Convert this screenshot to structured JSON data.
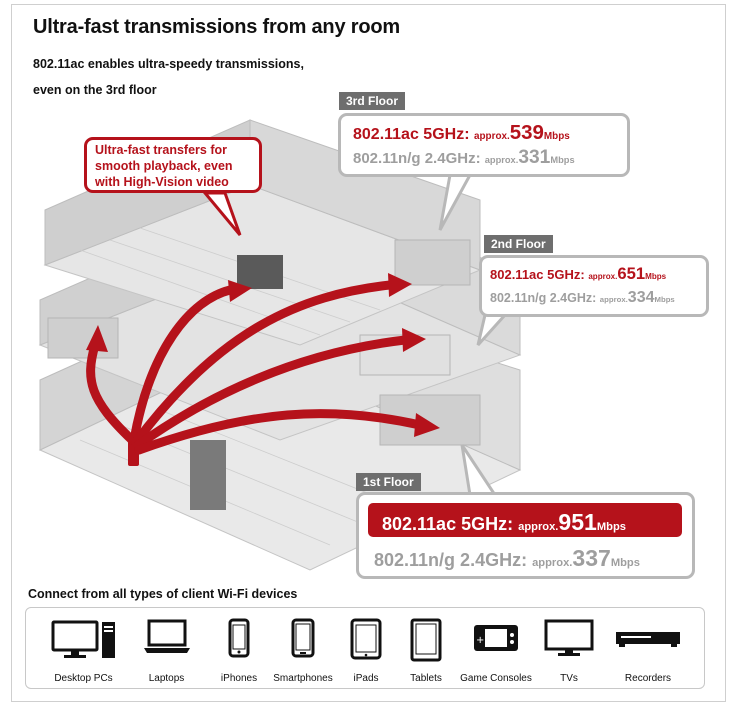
{
  "title": "Ultra-fast transmissions from any room",
  "subtitle_line1": "802.11ac enables ultra-speedy transmissions,",
  "subtitle_line2": "even on the 3rd floor",
  "red_callout": {
    "line1": "Ultra-fast transfers for",
    "line2": "smooth playback, even",
    "line3": "with High-Vision video"
  },
  "floors": [
    {
      "tag": "3rd Floor",
      "ac_label": "802.11ac 5GHz:",
      "ac_approx": "approx.",
      "ac_value": "539",
      "ac_unit": "Mbps",
      "ng_label": "802.11n/g 2.4GHz:",
      "ng_approx": "approx.",
      "ng_value": "331",
      "ng_unit": "Mbps"
    },
    {
      "tag": "2nd Floor",
      "ac_label": "802.11ac 5GHz:",
      "ac_approx": "approx.",
      "ac_value": "651",
      "ac_unit": "Mbps",
      "ng_label": "802.11n/g 2.4GHz:",
      "ng_approx": "approx.",
      "ng_value": "334",
      "ng_unit": "Mbps"
    },
    {
      "tag": "1st Floor",
      "ac_label": "802.11ac 5GHz:",
      "ac_approx": "approx.",
      "ac_value": "951",
      "ac_unit": "Mbps",
      "ng_label": "802.11n/g 2.4GHz:",
      "ng_approx": "approx.",
      "ng_value": "337",
      "ng_unit": "Mbps"
    }
  ],
  "devices_heading": "Connect from all types of client Wi-Fi devices",
  "devices": [
    {
      "label": "Desktop PCs",
      "icon": "desktop-pc-icon"
    },
    {
      "label": "Laptops",
      "icon": "laptop-icon"
    },
    {
      "label": "iPhones",
      "icon": "iphone-icon"
    },
    {
      "label": "Smartphones",
      "icon": "smartphone-icon"
    },
    {
      "label": "iPads",
      "icon": "ipad-icon"
    },
    {
      "label": "Tablets",
      "icon": "tablet-icon"
    },
    {
      "label": "Game Consoles",
      "icon": "game-console-icon"
    },
    {
      "label": "TVs",
      "icon": "tv-icon"
    },
    {
      "label": "Recorders",
      "icon": "recorder-icon"
    }
  ],
  "colors": {
    "accent_red": "#b5121b",
    "muted_grey": "#9e9e9e",
    "tag_grey": "#6e6e6e",
    "house_grey": "#d9d9d9"
  }
}
